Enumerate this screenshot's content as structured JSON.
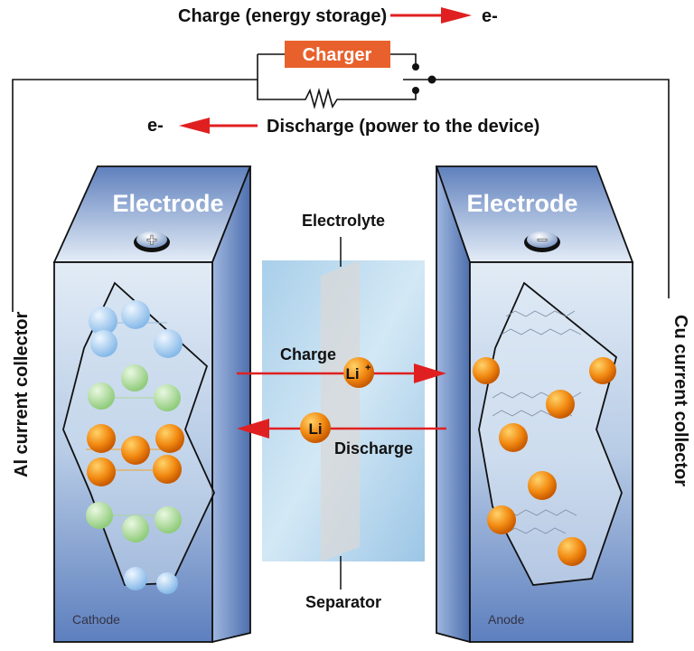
{
  "labels": {
    "charge_top": "Charge (energy storage)",
    "electron_top": "e-",
    "charger": "Charger",
    "electron_bottom": "e-",
    "discharge_top": "Discharge (power to the device)",
    "electrode_left": "Electrode",
    "electrode_right": "Electrode",
    "electrolyte": "Electrolyte",
    "charge_mid": "Charge",
    "discharge_mid": "Discharge",
    "li_plus": "Li",
    "li_plus_sup": "+",
    "li": "Li",
    "separator": "Separator",
    "cathode": "Cathode",
    "anode": "Anode",
    "al_collector": "Al current collector",
    "cu_collector": "Cu current collector",
    "plus_sign": "+",
    "minus_sign": "−"
  },
  "colors": {
    "arrow": "#e02020",
    "charger": "#e8612c",
    "li_ion": "#f08a10",
    "electrode_top": "#6f8fc4",
    "electrolyte": "#b9d8ee"
  }
}
